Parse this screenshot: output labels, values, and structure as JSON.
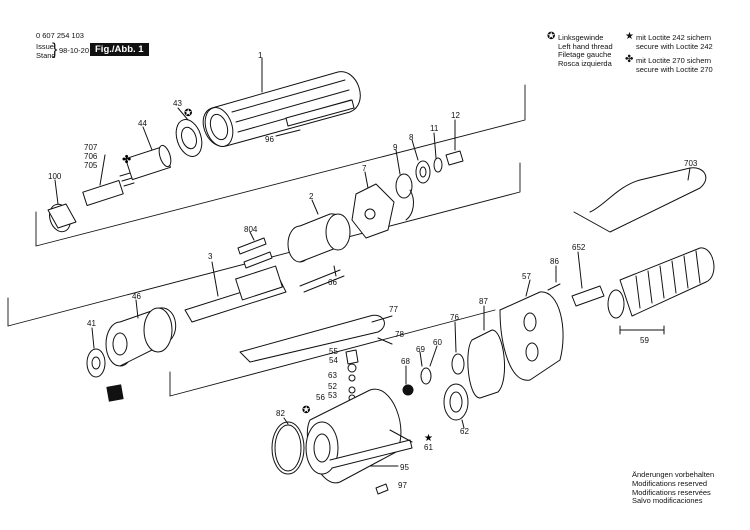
{
  "header": {
    "part_number": "0 607 254 103",
    "issue_label": "Issue",
    "stand_label": "Stand",
    "date": "98-10-20",
    "figure": "Fig./Abb. 1"
  },
  "legend": {
    "left_thread": [
      "Linksgewinde",
      "Left hand thread",
      "Filetage gauche",
      "Rosca izquierda"
    ],
    "loctite_242": [
      "mit Loctite 242 sichern",
      "secure with Loctite 242"
    ],
    "loctite_270": [
      "mit Loctite 270 sichern",
      "secure with Loctite 270"
    ]
  },
  "footer": [
    "Änderungen vorbehalten",
    "Modifications reserved",
    "Modifications reservées",
    "Salvo modificaciones"
  ],
  "part_labels": [
    {
      "id": "p1",
      "text": "1"
    },
    {
      "id": "p43",
      "text": "43"
    },
    {
      "id": "p44",
      "text": "44"
    },
    {
      "id": "p96",
      "text": "96"
    },
    {
      "id": "p707",
      "text": "707"
    },
    {
      "id": "p706",
      "text": "706"
    },
    {
      "id": "p705",
      "text": "705"
    },
    {
      "id": "p100",
      "text": "100"
    },
    {
      "id": "p12",
      "text": "12"
    },
    {
      "id": "p11",
      "text": "11"
    },
    {
      "id": "p8",
      "text": "8"
    },
    {
      "id": "p9",
      "text": "9"
    },
    {
      "id": "p7",
      "text": "7"
    },
    {
      "id": "p2",
      "text": "2"
    },
    {
      "id": "p804",
      "text": "804"
    },
    {
      "id": "p3",
      "text": "3"
    },
    {
      "id": "p66",
      "text": "66"
    },
    {
      "id": "p703",
      "text": "703"
    },
    {
      "id": "p652",
      "text": "652"
    },
    {
      "id": "p86",
      "text": "86"
    },
    {
      "id": "p57",
      "text": "57"
    },
    {
      "id": "p59",
      "text": "59"
    },
    {
      "id": "p46",
      "text": "46"
    },
    {
      "id": "p41",
      "text": "41"
    },
    {
      "id": "p77",
      "text": "77"
    },
    {
      "id": "p78",
      "text": "78"
    },
    {
      "id": "p87",
      "text": "87"
    },
    {
      "id": "p76",
      "text": "76"
    },
    {
      "id": "p60",
      "text": "60"
    },
    {
      "id": "p69",
      "text": "69"
    },
    {
      "id": "p68",
      "text": "68"
    },
    {
      "id": "p55",
      "text": "55"
    },
    {
      "id": "p54",
      "text": "54"
    },
    {
      "id": "p63",
      "text": "63"
    },
    {
      "id": "p52",
      "text": "52"
    },
    {
      "id": "p53",
      "text": "53"
    },
    {
      "id": "p56",
      "text": "56"
    },
    {
      "id": "p82",
      "text": "82"
    },
    {
      "id": "p62",
      "text": "62"
    },
    {
      "id": "p61",
      "text": "61"
    },
    {
      "id": "p95",
      "text": "95"
    },
    {
      "id": "p97",
      "text": "97"
    }
  ],
  "colors": {
    "ink": "#111111"
  }
}
